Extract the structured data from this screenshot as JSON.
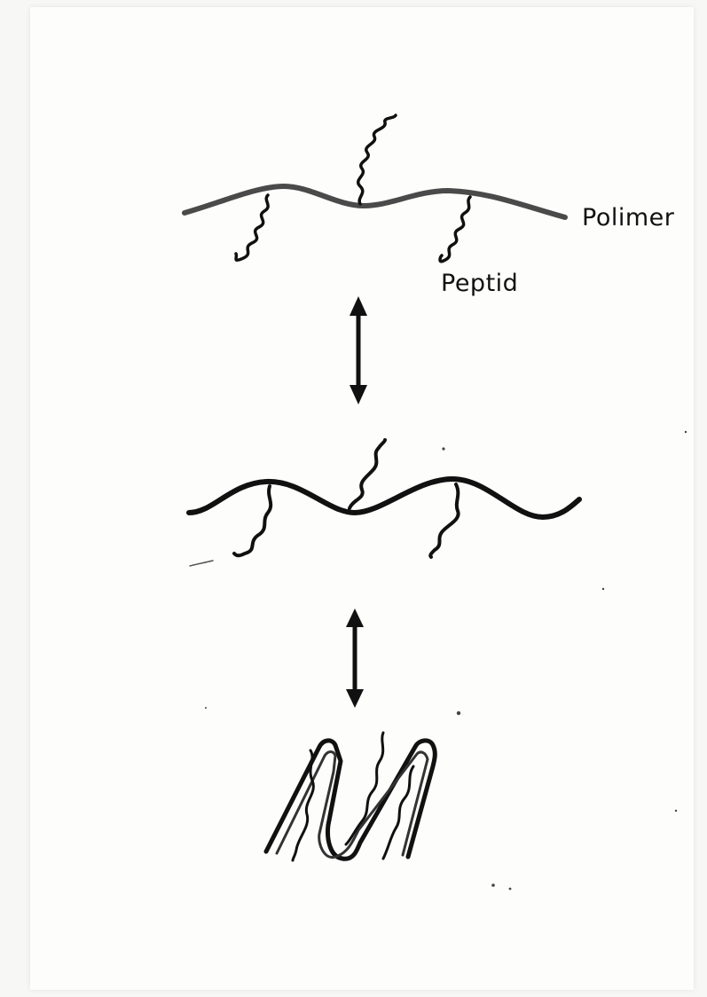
{
  "diagram": {
    "labels": {
      "polymer": "Polimer",
      "peptide": "Peptid"
    },
    "states": [
      "extended-polymer-with-peptide-grafts",
      "wavy-polymer-with-peptide-grafts",
      "folded-polymer-hairpin"
    ],
    "transitions": [
      "reversible-arrow-between-state-1-and-2",
      "reversible-arrow-between-state-2-and-3"
    ],
    "colors": {
      "ink": "#111111",
      "faded_ink": "#4a4a4a",
      "paper": "#fdfdfc"
    }
  }
}
